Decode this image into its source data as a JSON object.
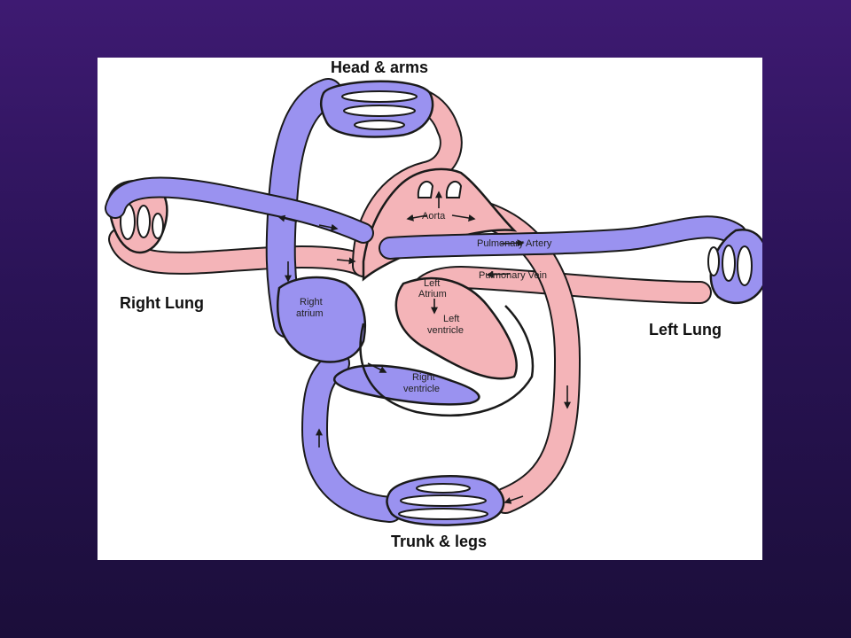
{
  "labels": {
    "head_arms": "Head & arms",
    "trunk_legs": "Trunk & legs",
    "right_lung": "Right Lung",
    "left_lung": "Left Lung",
    "aorta": "Aorta",
    "pulmonary_artery": "Pulmonary Artery",
    "pulmonary_vein": "Pulmonary Vein",
    "left_atrium_1": "Left",
    "left_atrium_2": "Atrium",
    "left_ventricle_1": "Left",
    "left_ventricle_2": "ventricle",
    "right_atrium_1": "Right",
    "right_atrium_2": "atrium",
    "right_ventricle_1": "Right",
    "right_ventricle_2": "ventricle"
  },
  "colors": {
    "oxygenated": "#f4b4b8",
    "deoxygenated": "#9a92f0",
    "outline": "#1a1a1a",
    "background_top": "#3e1a72",
    "background_bottom": "#1b0e3a"
  }
}
